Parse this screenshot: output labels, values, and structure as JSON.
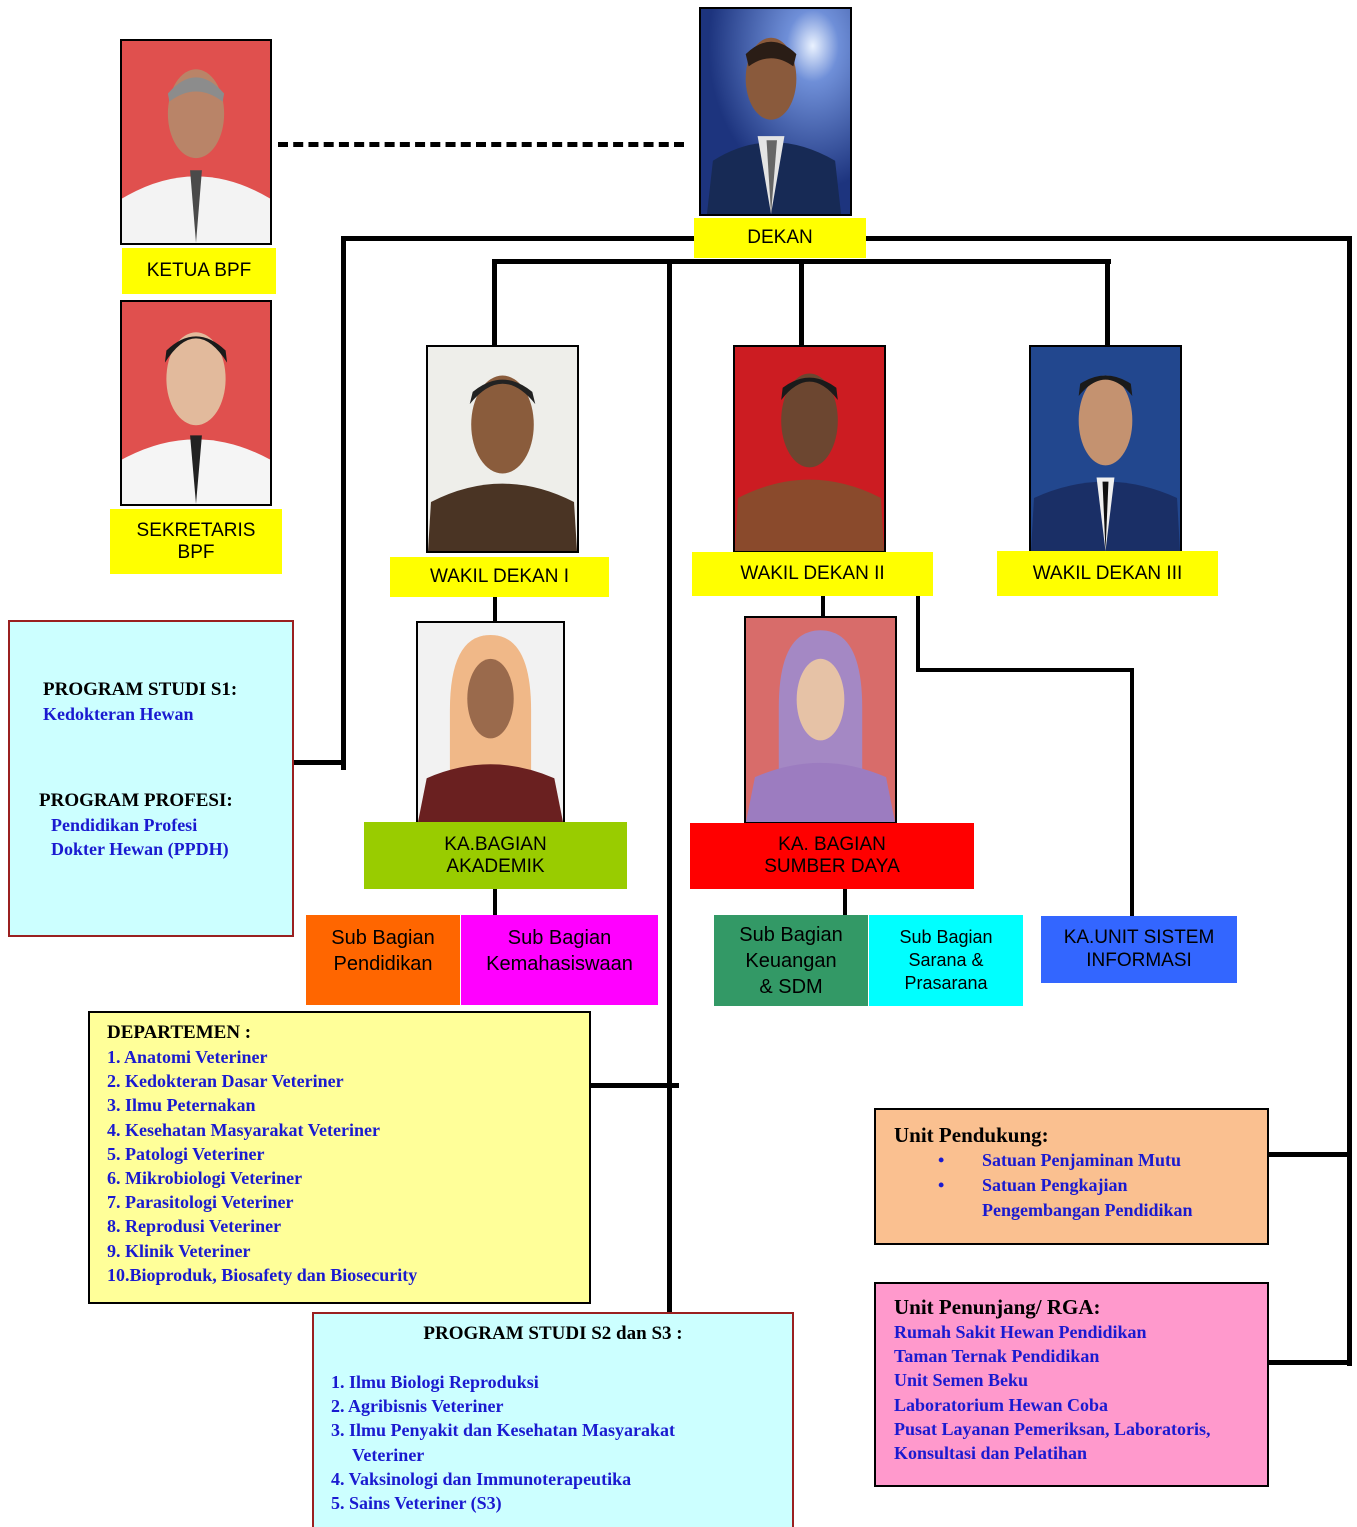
{
  "labels": {
    "dekan": "DEKAN",
    "ketua_bpf": "KETUA BPF",
    "sekretaris_bpf": [
      "SEKRETARIS",
      "BPF"
    ],
    "wakil_dekan_1": "WAKIL DEKAN I",
    "wakil_dekan_2": "WAKIL DEKAN II",
    "wakil_dekan_3": "WAKIL DEKAN III",
    "ka_bagian_akademik": [
      "KA.BAGIAN",
      "AKADEMIK"
    ],
    "ka_bagian_sumber_daya": [
      "KA. BAGIAN",
      "SUMBER DAYA"
    ],
    "sub_bagian_pendidikan": [
      "Sub Bagian",
      "Pendidikan"
    ],
    "sub_bagian_kemahasiswaan": [
      "Sub Bagian",
      "Kemahasiswaan"
    ],
    "sub_bagian_keuangan": [
      "Sub Bagian",
      "Keuangan",
      "& SDM"
    ],
    "sub_bagian_sarana": [
      "Sub Bagian",
      "Sarana &",
      "Prasarana"
    ],
    "ka_unit_sistem_informasi": [
      "KA.UNIT SISTEM",
      "INFORMASI"
    ]
  },
  "program_s1": {
    "heading_s1": "PROGRAM STUDI S1:",
    "item_s1": "Kedokteran Hewan",
    "heading_profesi": "PROGRAM PROFESI:",
    "items_profesi": [
      "Pendidikan Profesi",
      "Dokter Hewan (PPDH)"
    ]
  },
  "departemen": {
    "heading": "DEPARTEMEN :",
    "items": [
      "1. Anatomi Veteriner",
      "2. Kedokteran Dasar Veteriner",
      "3. Ilmu Peternakan",
      "4. Kesehatan Masyarakat Veteriner",
      "5. Patologi Veteriner",
      "6. Mikrobiologi Veteriner",
      "7. Parasitologi Veteriner",
      "8. Reprodusi Veteriner",
      "9. Klinik Veteriner",
      "10.Bioproduk, Biosafety dan Biosecurity"
    ]
  },
  "program_s2_s3": {
    "heading": "PROGRAM STUDI S2 dan S3 :",
    "items": [
      "1. Ilmu Biologi Reproduksi",
      "2. Agribisnis Veteriner",
      "3. Ilmu Penyakit dan  Kesehatan Masyarakat",
      "Veteriner",
      "4. Vaksinologi dan  Immunoterapeutika",
      "5. Sains Veteriner (S3)"
    ]
  },
  "unit_pendukung": {
    "heading": "Unit Pendukung:",
    "items": [
      "Satuan Penjaminan Mutu",
      "Satuan Pengkajian",
      "Pengembangan  Pendidikan"
    ]
  },
  "unit_penunjang": {
    "heading": "Unit Penunjang/ RGA:",
    "items": [
      "Rumah Sakit Hewan Pendidikan",
      "Taman Ternak Pendidikan",
      "Unit Semen Beku",
      "Laboratorium Hewan Coba",
      "Pusat Layanan Pemeriksan, Laboratoris,",
      "Konsultasi dan Pelatihan"
    ]
  },
  "colors": {
    "label_yellow": "#ffff00",
    "akademik_green": "#99cc00",
    "sumber_daya_red": "#ff0000",
    "pendidikan_orange": "#ff6600",
    "kemahasiswaan_magenta": "#ff00ff",
    "keuangan_green": "#339966",
    "sarana_cyan": "#00ffff",
    "sistem_informasi_blue": "#3366ff",
    "light_cyan": "#ccffff",
    "light_yellow": "#ffff99",
    "peach": "#fac090",
    "pink": "#ff99cc",
    "link_blue": "#1a1ad0"
  }
}
